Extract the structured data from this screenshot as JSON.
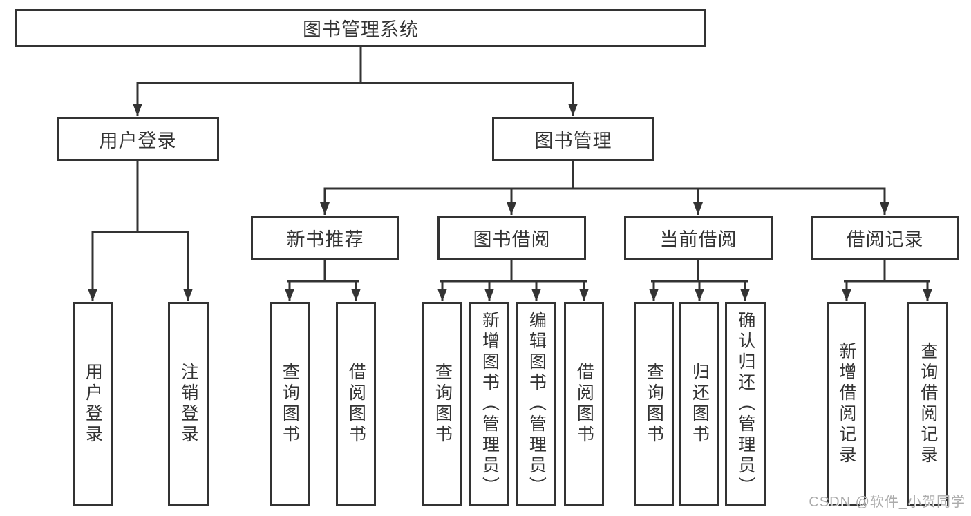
{
  "diagram": {
    "title_node": "图书管理系统",
    "branches": {
      "user_login": "用户登录",
      "book_management": "图书管理"
    },
    "modules": {
      "new_book_recommend": "新书推荐",
      "book_borrow": "图书借阅",
      "current_borrow": "当前借阅",
      "borrow_record": "借阅记录"
    },
    "leaves": {
      "user_login": "用户登录",
      "logout": "注销登录",
      "nbr_query_books": "查询图书",
      "nbr_borrow_books": "借阅图书",
      "bb_query_books": "查询图书",
      "bb_add_books": "新增图书（管理员）",
      "bb_edit_books": "编辑图书（管理员）",
      "bb_borrow_books": "借阅图书",
      "cb_query_books": "查询图书",
      "cb_return_books": "归还图书",
      "cb_confirm_return": "确认归还（管理员）",
      "br_add_record": "新增借阅记录",
      "br_query_record": "查询借阅记录"
    },
    "line_color": "#333333"
  },
  "watermark": "CSDN @软件_小贺同学"
}
